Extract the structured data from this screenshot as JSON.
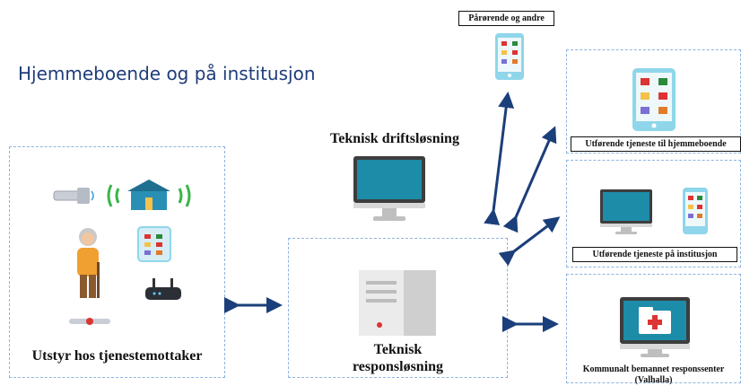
{
  "header": {
    "title": "Hjemmeboende og på institusjon"
  },
  "nodes": {
    "user_equipment": {
      "label": "Utstyr hos tjenestemottaker"
    },
    "operations": {
      "label": "Teknisk driftsløsning"
    },
    "response": {
      "label_line1": "Teknisk",
      "label_line2": "responsløsning"
    },
    "relatives": {
      "label": "Pårørende og andre"
    },
    "home_service": {
      "label": "Utførende tjeneste til hjemmeboende"
    },
    "institution_service": {
      "label": "Utførende tjeneste på institusjon"
    },
    "response_center": {
      "label_line1": "Kommunalt bemannet responssenter",
      "label_line2": "(Valhalla)"
    }
  },
  "colors": {
    "title": "#1f3d7a",
    "arrow": "#1b3f7a",
    "dashed_border": "#8fb3e0",
    "screen": "#1d8ca8",
    "tablet": "#8fd6ea"
  }
}
